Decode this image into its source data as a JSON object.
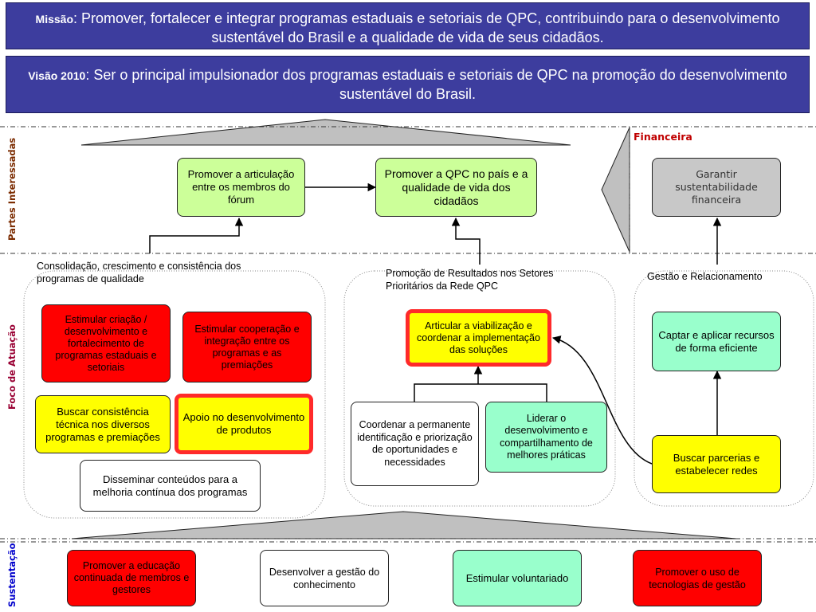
{
  "missao": {
    "lead": "Missão",
    "text": ": Promover, fortalecer e integrar programas estaduais e setoriais de QPC, contribuindo para o desenvolvimento sustentável do Brasil e a qualidade de vida de seus cidadãos."
  },
  "visao": {
    "lead": "Visão 2010",
    "text": ": Ser o principal impulsionador dos programas estaduais e setoriais de QPC na promoção do desenvolvimento sustentável do Brasil."
  },
  "sides": {
    "partes": "Partes Interessadas",
    "foco": "Foco de Atuação",
    "sustentacao": "Sustentação",
    "financeira": "Financeira"
  },
  "partes": {
    "articulacao": "Promover a articulação entre os membros do fórum",
    "qpc_pais": "Promover a QPC no país e a qualidade de vida dos cidadãos",
    "garantir": "Garantir sustentabilidade financeira"
  },
  "groups": {
    "consolidacao": "Consolidação, crescimento e consistência dos programas de qualidade",
    "promocao": "Promoção de Resultados nos Setores Prioritários da Rede QPC",
    "gestao": "Gestão e Relacionamento"
  },
  "foco": {
    "estimular_criacao": "Estimular criação / desenvolvimento e fortalecimento de programas estaduais e setoriais",
    "estimular_cooperacao": "Estimular cooperação e integração entre os programas e as premiações",
    "buscar_consistencia": "Buscar consistência técnica nos diversos programas e premiações",
    "apoio": "Apoio no desenvolvimento de produtos",
    "disseminar": "Disseminar conteúdos para a melhoria contínua dos programas",
    "articular": "Articular a viabilização e coordenar a implementação das soluções",
    "coordenar": "Coordenar a permanente identificação e priorização de oportunidades e necessidades",
    "liderar": "Liderar o desenvolvimento e compartilhamento de melhores práticas",
    "captar": "Captar e aplicar recursos de forma eficiente",
    "buscar_parcerias": "Buscar parcerias e estabelecer redes"
  },
  "sustentacao": {
    "educacao": "Promover a educação continuada de membros e gestores",
    "conhecimento": "Desenvolver a gestão do conhecimento",
    "voluntariado": "Estimular voluntariado",
    "tecnologias": "Promover o uso de tecnologias de gestão"
  },
  "colors": {
    "banner": "#3d3d9e",
    "green": "#ccff99",
    "red": "#ff0000",
    "yellow": "#ffff00",
    "mint": "#99ffcc",
    "gray": "#c8c8c8",
    "side_label": "#7b2b00",
    "financeira": "#c00000",
    "foco_label": "#990033",
    "sust_label": "#0000cc"
  }
}
